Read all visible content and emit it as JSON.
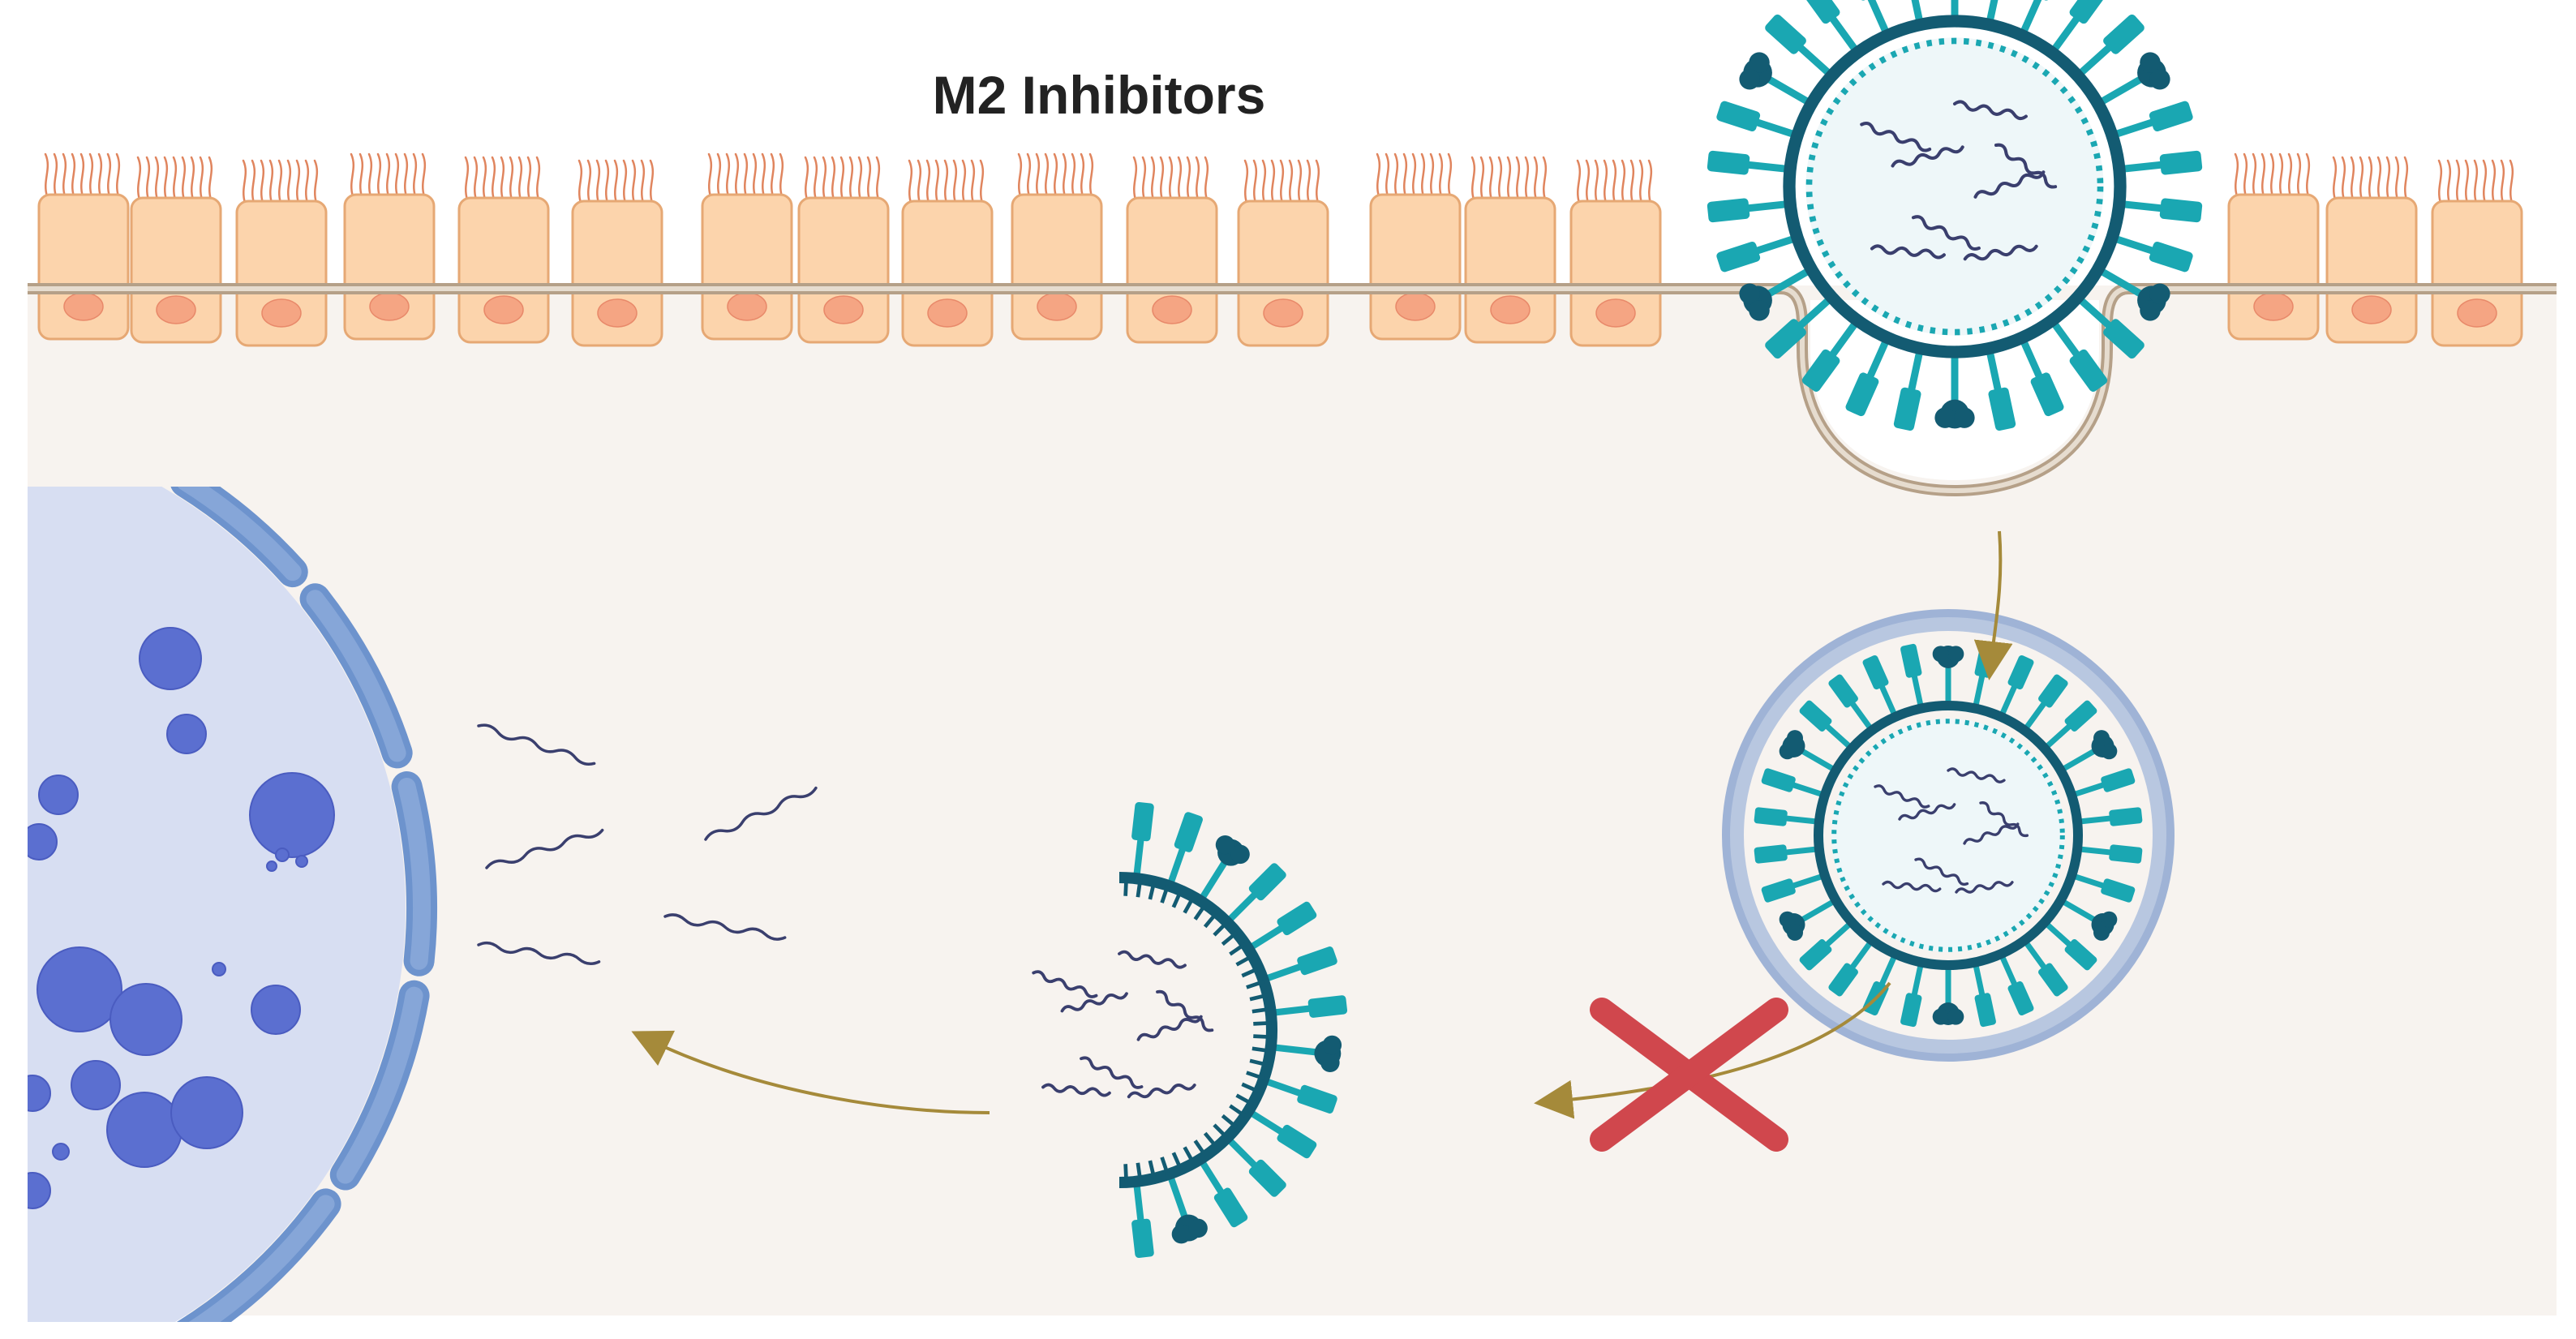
{
  "title": "M2 Inhibitors",
  "colors": {
    "background": "#ffffff",
    "cytoplasm": "#f7f3ef",
    "cell_fill": "#fcd4ac",
    "cell_stroke": "#e6a874",
    "nucleus_cell": "#f5a583",
    "cilia": "#e0855e",
    "membrane": "#d4c2ac",
    "membrane_stroke": "#b5a088",
    "virus_teal": "#1aa7b2",
    "virus_dark": "#135b72",
    "virus_rna": "#3a3f6e",
    "endosome": "#b8c7e0",
    "endosome_stroke": "#9fb3d6",
    "host_nucleus": "#d7def2",
    "nuclear_envelope": "#6d93cd",
    "nucleolus": "#5b6fd0",
    "arrow": "#a58a3a",
    "block_x": "#d0474d"
  },
  "icons": {
    "epithelium": "columnar-epithelial-cells",
    "virus": "influenza-virion-icon",
    "endocytosis": "endocytic-pit",
    "endosome": "endosome-with-virus-icon",
    "uncoating": "partial-virus-uncoating-icon",
    "block": "red-x-block-icon",
    "rna": "viral-rna-strands",
    "nucleus": "host-cell-nucleus"
  }
}
